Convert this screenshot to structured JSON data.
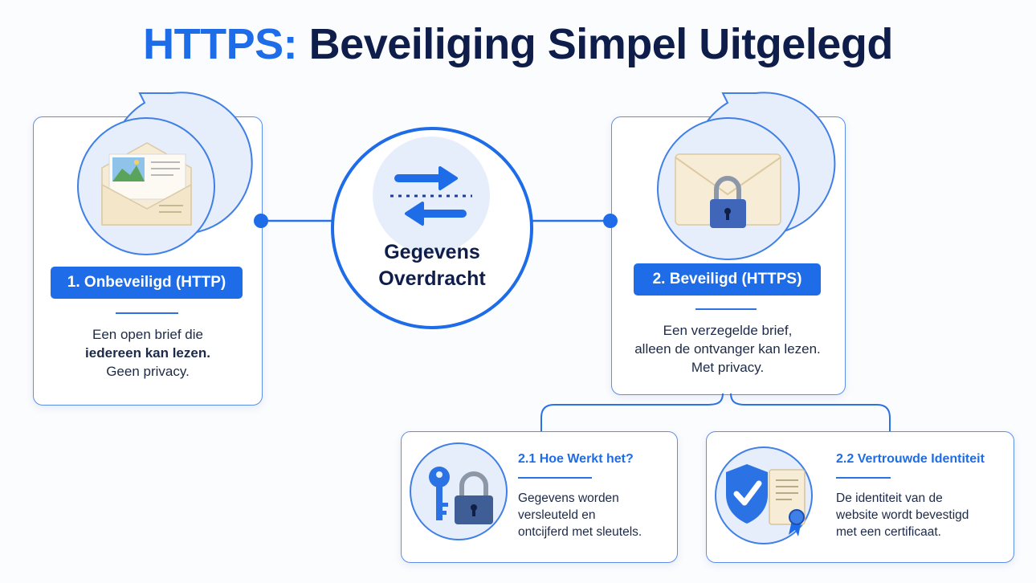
{
  "title": {
    "accent": "HTTPS:",
    "rest": " Beveiliging Simpel Uitgelegd"
  },
  "hub": {
    "line1": "Gegevens",
    "line2": "Overdracht"
  },
  "insecure": {
    "label": "1. Onbeveiligd (HTTP)",
    "line1_a": "Een open brief die",
    "line2_bold": "iedereen kan lezen.",
    "line3": "Geen privacy."
  },
  "secure": {
    "label": "2. Beveiligd (HTTPS)",
    "line1": "Een verzegelde brief,",
    "line2": "alleen de ontvanger kan lezen.",
    "line3": "Met privacy."
  },
  "how": {
    "title": "2.1 Hoe Werkt het?",
    "line1": "Gegevens worden",
    "line2": "versleuteld en",
    "line3": "ontcijferd met sleutels."
  },
  "identity": {
    "title": "2.2 Vertrouwde Identiteit",
    "line1": "De identiteit van de",
    "line2": "website wordt bevestigd",
    "line3": "met een certificaat."
  },
  "icons": {
    "open_envelope": "open-letter-icon",
    "sealed_envelope": "sealed-letter-icon",
    "transfer": "exchange-arrows-icon",
    "key_lock": "key-and-padlock-icon",
    "shield_certificate": "shield-check-certificate-icon"
  },
  "colors": {
    "accent": "#1e6ce8",
    "navy": "#0e1d4a",
    "border": "#5b8fe8",
    "icon_bg": "#e6eefb"
  }
}
